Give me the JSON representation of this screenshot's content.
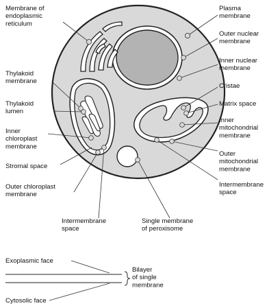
{
  "labels": {
    "er_membrane": [
      "Membrane of",
      "endoplasmic",
      "reticulum"
    ],
    "thylakoid_membrane": [
      "Thylakoid",
      "membrane"
    ],
    "thylakoid_lumen": [
      "Thylakoid",
      "lumen"
    ],
    "inner_chloroplast_membrane": [
      "Inner",
      "chloroplast",
      "membrane"
    ],
    "stromal_space": [
      "Stromal space"
    ],
    "outer_chloroplast_membrane": [
      "Outer chloroplast",
      "membrane"
    ],
    "intermembrane_space_left": [
      "Intermembrane",
      "space"
    ],
    "single_membrane_peroxisome": [
      "Single membrane",
      "of peroxisome"
    ],
    "plasma_membrane": [
      "Plasma",
      "membrane"
    ],
    "outer_nuclear_membrane": [
      "Outer nuclear",
      "membrane"
    ],
    "inner_nuclear_membrane": [
      "Inner nuclear",
      "membrane"
    ],
    "cristae": [
      "Cristae"
    ],
    "matrix_space": [
      "Matrix space"
    ],
    "inner_mitochondrial_membrane": [
      "Inner",
      "mitochondrial",
      "membrane"
    ],
    "outer_mitochondrial_membrane": [
      "Outer",
      "mitochondrial",
      "membrane"
    ],
    "intermembrane_space_right": [
      "Intermembrane",
      "space"
    ],
    "exoplasmic_face": [
      "Exoplasmic face"
    ],
    "cytosolic_face": [
      "Cytosolic face"
    ],
    "bilayer": [
      "Bilayer",
      "of single",
      "membrane"
    ]
  },
  "colors": {
    "cell_fill": "#d9d9d9",
    "nucleus_fill": "#b3b3b3",
    "membrane_fill": "#ffffff",
    "stroke": "#222222"
  }
}
